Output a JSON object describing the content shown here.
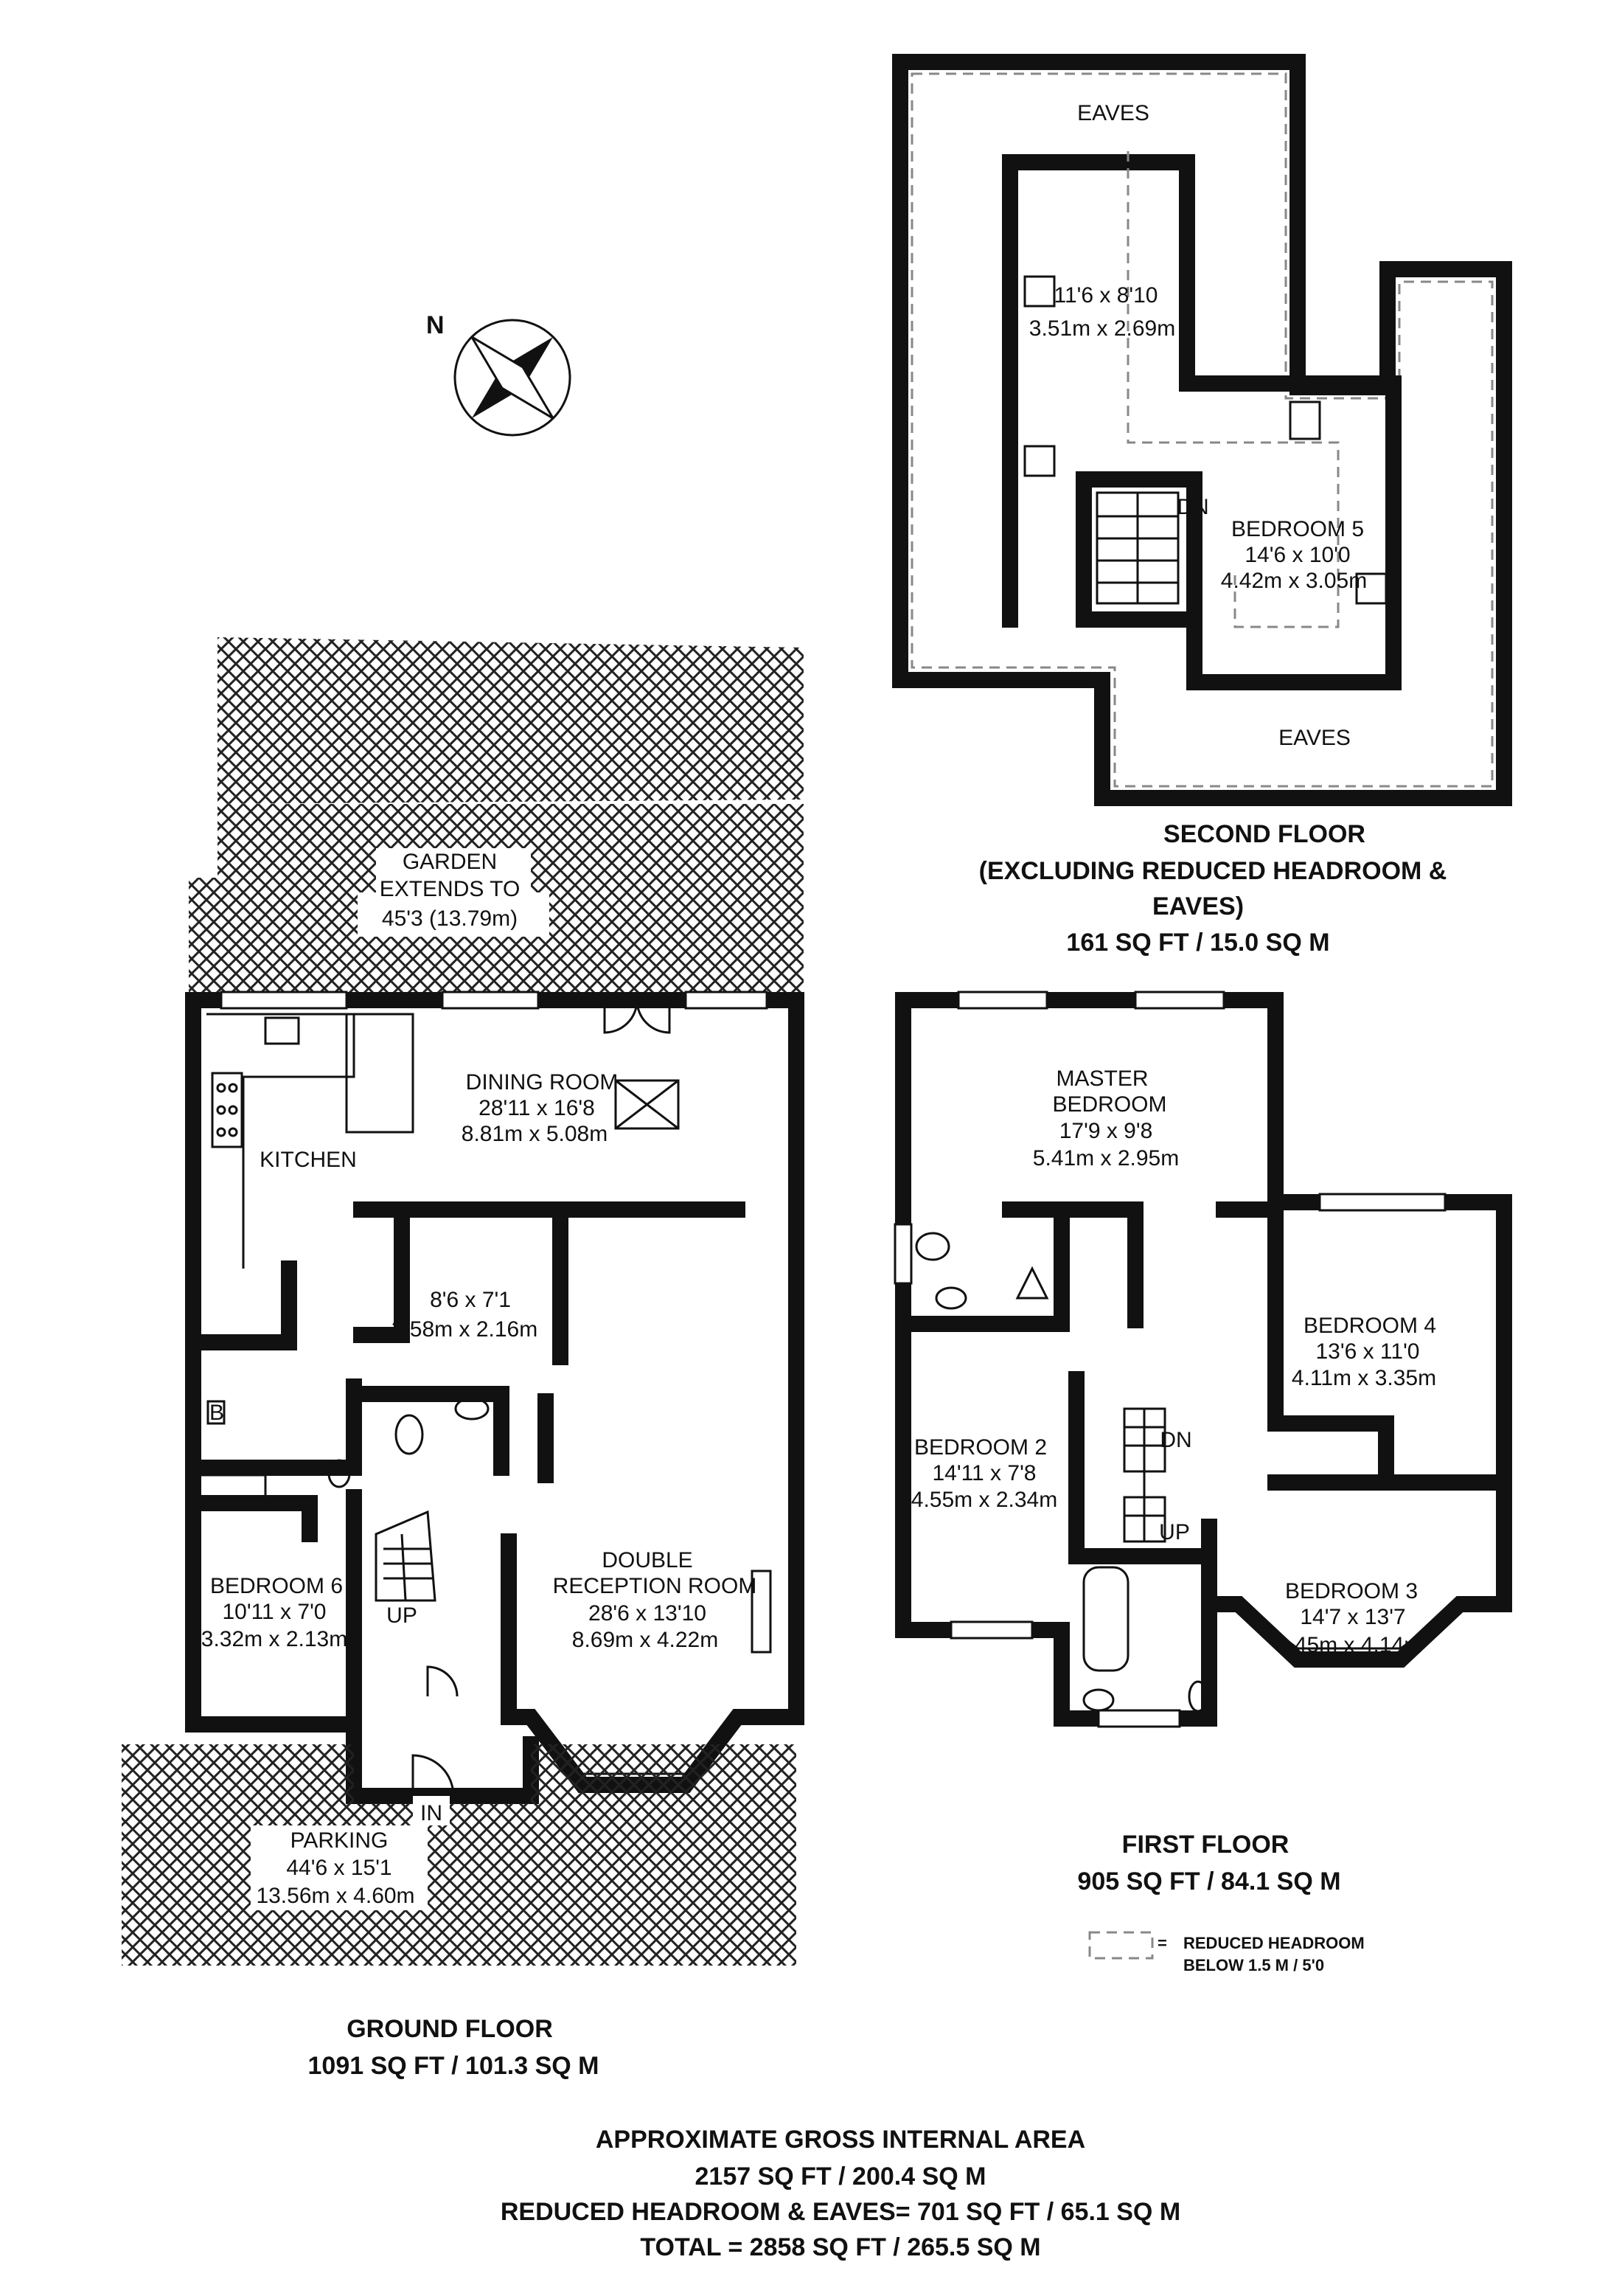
{
  "compass": {
    "label": "N"
  },
  "second_floor": {
    "eaves_top": "EAVES",
    "eaves_bottom": "EAVES",
    "landing_dims_imperial": "11'6 x 8'10",
    "landing_dims_metric": "3.51m x 2.69m",
    "dn": "DN",
    "bedroom5_name": "BEDROOM 5",
    "bedroom5_imperial": "14'6 x 10'0",
    "bedroom5_metric": "4.42m x 3.05m",
    "caption_line1": "SECOND FLOOR",
    "caption_line2": "(EXCLUDING REDUCED HEADROOM &",
    "caption_line3": "EAVES)",
    "caption_line4": "161 SQ FT / 15.0 SQ M"
  },
  "first_floor": {
    "master_line1": "MASTER",
    "master_line2": "BEDROOM",
    "master_imperial": "17'9 x 9'8",
    "master_metric": "5.41m x 2.95m",
    "bedroom4_name": "BEDROOM 4",
    "bedroom4_imperial": "13'6 x 11'0",
    "bedroom4_metric": "4.11m x 3.35m",
    "bedroom2_name": "BEDROOM 2",
    "bedroom2_imperial": "14'11 x 7'8",
    "bedroom2_metric": "4.55m x 2.34m",
    "bedroom3_name": "BEDROOM 3",
    "bedroom3_imperial": "14'7 x 13'7",
    "bedroom3_metric": "4.45m x 4.14m",
    "dn": "DN",
    "up": "UP",
    "caption_line1": "FIRST FLOOR",
    "caption_line2": "905 SQ FT / 84.1 SQ M"
  },
  "legend": {
    "line1": "REDUCED HEADROOM",
    "line2": "BELOW 1.5 M / 5'0"
  },
  "ground_floor": {
    "garden_line1": "GARDEN",
    "garden_line2": "EXTENDS TO",
    "garden_line3": "45'3 (13.79m)",
    "dining_name": "DINING ROOM",
    "dining_imperial": "28'11 x 16'8",
    "dining_metric": "8.81m x 5.08m",
    "kitchen_name": "KITCHEN",
    "utility_imperial": "8'6 x 7'1",
    "utility_metric": "2.58m x 2.16m",
    "b_label": "B",
    "bedroom6_name": "BEDROOM 6",
    "bedroom6_imperial": "10'11 x 7'0",
    "bedroom6_metric": "3.32m x 2.13m",
    "up": "UP",
    "reception_line1": "DOUBLE",
    "reception_line2": "RECEPTION ROOM",
    "reception_imperial": "28'6 x 13'10",
    "reception_metric": "8.69m x 4.22m",
    "in": "IN",
    "parking_name": "PARKING",
    "parking_imperial": "44'6 x 15'1",
    "parking_metric": "13.56m x 4.60m",
    "caption_line1": "GROUND FLOOR",
    "caption_line2": "1091 SQ FT / 101.3 SQ M"
  },
  "totals": {
    "line1": "APPROXIMATE GROSS INTERNAL AREA",
    "line2": "2157 SQ FT / 200.4 SQ M",
    "line3": "REDUCED HEADROOM & EAVES= 701 SQ FT / 65.1 SQ M",
    "line4": "TOTAL = 2858 SQ FT / 265.5 SQ M"
  }
}
